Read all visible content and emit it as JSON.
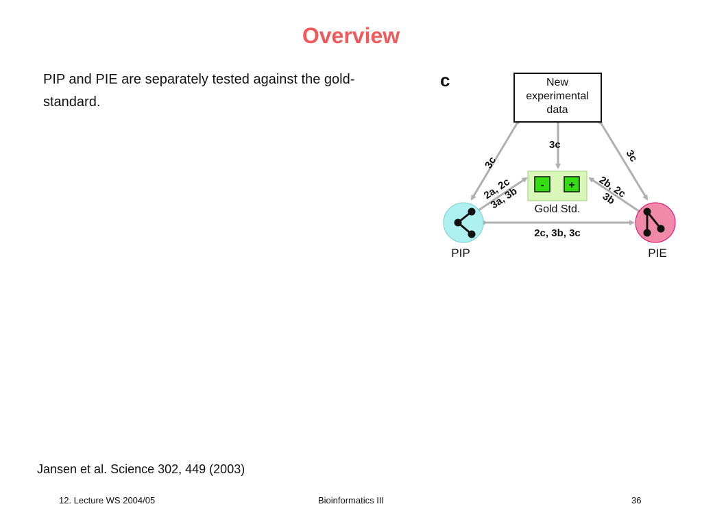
{
  "slide": {
    "title": "Overview",
    "body_text": "PIP and PIE are separately tested against the gold-standard.",
    "citation": "Jansen et al. Science 302, 449 (2003)"
  },
  "footer": {
    "left": "12. Lecture WS 2004/05",
    "center": "Bioinformatics III",
    "page_number": "36"
  },
  "figure": {
    "panel_label": "c",
    "new_data_line1": "New",
    "new_data_line2": "experimental",
    "new_data_line3": "data",
    "gold_std_label": "Gold Std.",
    "gold_minus": "-",
    "gold_plus": "+",
    "pip_label": "PIP",
    "pie_label": "PIE",
    "edge_new_gold": "3c",
    "edge_new_pip": "3c",
    "edge_new_pie": "3c",
    "edge_pip_gold_line1": "2a, 2c",
    "edge_pip_gold_line2": "3a, 3b",
    "edge_pie_gold_line1": "2b, 2c",
    "edge_pie_gold_line2": "3b",
    "edge_pip_pie": "2c, 3b, 3c",
    "colors": {
      "title": "#f05a5a",
      "pip_node": "#aef0f0",
      "pie_node": "#f08aa8",
      "gold_box": "#d8f7b8",
      "gold_square": "#33dd11",
      "arrow": "#b0b0b0"
    }
  }
}
